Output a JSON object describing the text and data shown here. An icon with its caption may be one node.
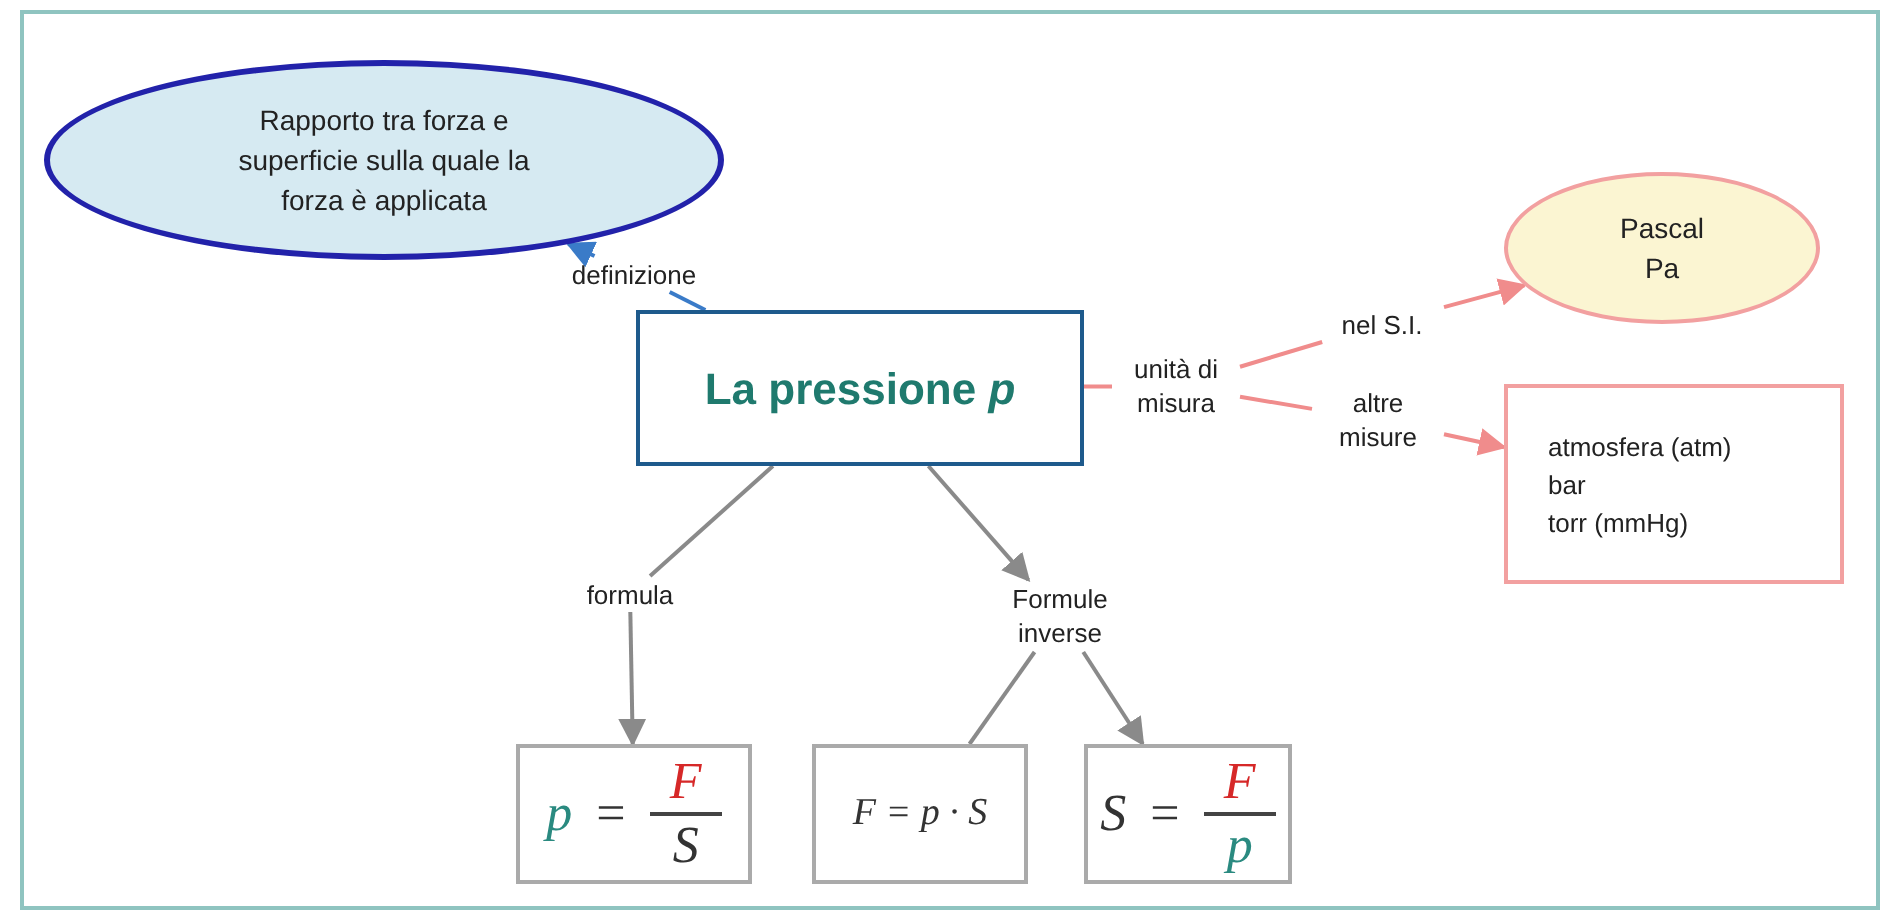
{
  "diagram": {
    "nodes": [
      {
        "text": [
          "Rapporto tra forza e superficie sulla quale la forza è applicata"
        ]
      },
      {
        "text": [
          "definizione"
        ]
      },
      {
        "text": [
          "La pressione *p*"
        ]
      },
      {
        "text": [
          "unità di misura"
        ]
      },
      {
        "text": [
          "nel S.I."
        ]
      },
      {
        "text": [
          "altre misure"
        ]
      },
      {
        "text": [
          "Pascal",
          "Pa"
        ]
      },
      {
        "text": [
          "atmosfera (atm)",
          "bar",
          "torr (mmHg)"
        ]
      },
      {
        "text": [
          "formula"
        ]
      },
      {
        "text": [
          "Formule inverse"
        ]
      },
      {
        "text": [
          "p",
          "=",
          "F",
          "S"
        ]
      },
      {
        "text": [
          "F = p · S"
        ]
      },
      {
        "text": [
          "S",
          "=",
          "F",
          "p"
        ]
      }
    ],
    "edges": [
      {
        "from": 2,
        "to": 1,
        "arrow": "none",
        "color": "#3a7bc8"
      },
      {
        "from": 1,
        "to": 0,
        "arrow": "to",
        "color": "#3a7bc8"
      },
      {
        "from": 2,
        "to": 3,
        "arrow": "none",
        "color": "#f08c8c"
      },
      {
        "from": 3,
        "to": 4,
        "arrow": "none",
        "color": "#f08c8c"
      },
      {
        "from": 4,
        "to": 6,
        "arrow": "to",
        "color": "#f08c8c"
      },
      {
        "from": 3,
        "to": 5,
        "arrow": "none",
        "color": "#f08c8c"
      },
      {
        "from": 5,
        "to": 7,
        "arrow": "to",
        "color": "#f08c8c"
      },
      {
        "from": 2,
        "to": 8,
        "arrow": "none",
        "color": "#8a8a8a"
      },
      {
        "from": 8,
        "to": 10,
        "arrow": "to",
        "color": "#8a8a8a"
      },
      {
        "from": 2,
        "to": 9,
        "arrow": "to",
        "color": "#8a8a8a"
      },
      {
        "from": 9,
        "to": 11,
        "arrow": "none",
        "color": "#8a8a8a"
      },
      {
        "from": 9,
        "to": 12,
        "arrow": "to",
        "color": "#8a8a8a"
      }
    ]
  }
}
